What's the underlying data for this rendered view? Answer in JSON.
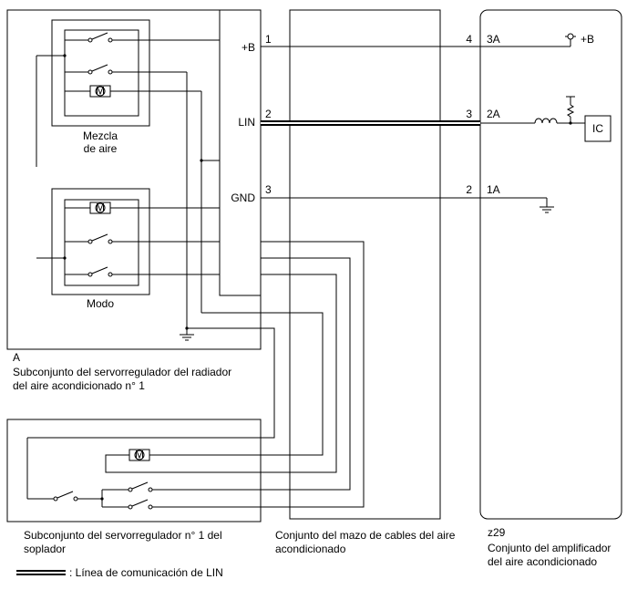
{
  "blocks": {
    "servo_radiator": {
      "letter": "A",
      "name_line1": "Subconjunto del servorregulador del radiador",
      "name_line2": "del aire acondicionado n° 1",
      "mix_label_line1": "Mezcla",
      "mix_label_line2": "de aire",
      "mode_label": "Modo",
      "motor_symbol": "M",
      "pins": {
        "b": "+B",
        "lin": "LIN",
        "gnd": "GND"
      }
    },
    "harness": {
      "name_line1": "Conjunto del mazo de cables del aire",
      "name_line2": "acondicionado",
      "left_pins": {
        "b": "1",
        "lin": "2",
        "gnd": "3"
      },
      "right_pins": {
        "b": "4",
        "lin": "3",
        "gnd": "2"
      }
    },
    "amplifier": {
      "code": "z29",
      "name_line1": "Conjunto del amplificador",
      "name_line2": "del aire acondicionado",
      "pins": {
        "b": "3A",
        "lin": "2A",
        "gnd": "1A"
      },
      "supply_label": "+B",
      "ic_label": "IC"
    },
    "blower": {
      "name_line1": "Subconjunto del servorregulador n° 1 del",
      "name_line2": "soplador",
      "motor_symbol": "M"
    }
  },
  "legend": {
    "text": ": Línea de comunicación de LIN"
  }
}
